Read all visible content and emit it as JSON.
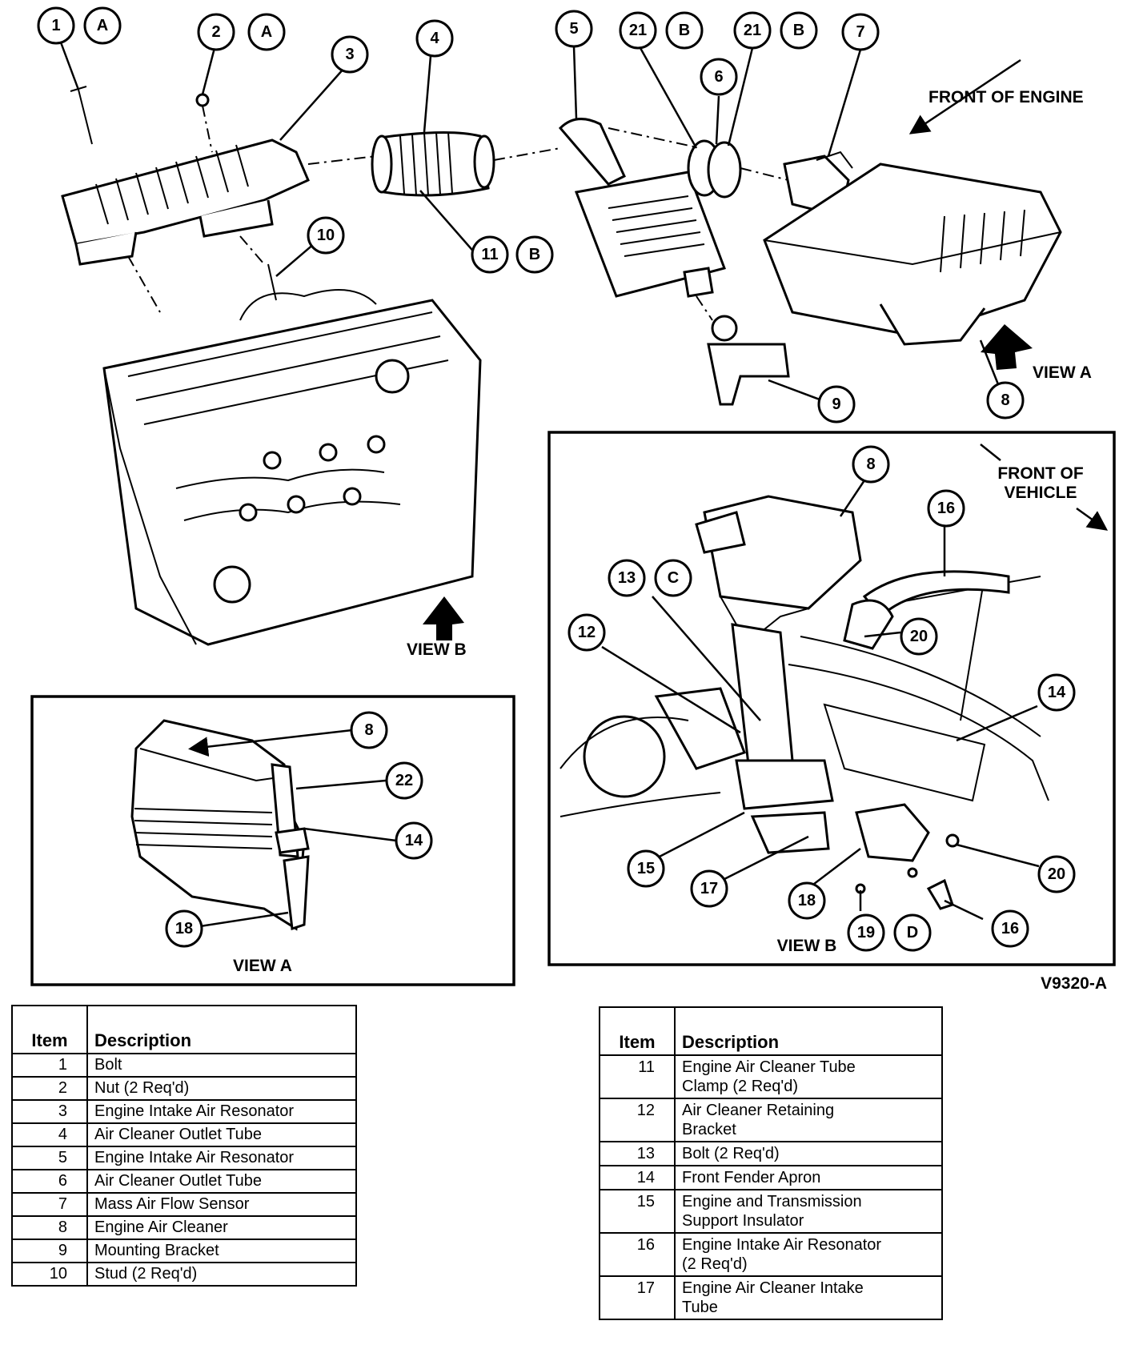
{
  "labels": {
    "front_of_engine": "FRONT OF ENGINE",
    "front_of_vehicle_1": "FRONT OF",
    "front_of_vehicle_2": "VEHICLE",
    "view_a_main": "VIEW A",
    "view_b_main": "VIEW B",
    "view_a_inset": "VIEW A",
    "view_b_inset": "VIEW B",
    "figure_id": "V9320-A"
  },
  "callouts": {
    "n1": "1",
    "n2": "2",
    "n3": "3",
    "n4": "4",
    "n5": "5",
    "n6": "6",
    "n7": "7",
    "n8": "8",
    "n9": "9",
    "n10": "10",
    "n11": "11",
    "n12": "12",
    "n13": "13",
    "n14": "14",
    "n15": "15",
    "n16": "16",
    "n17": "17",
    "n18": "18",
    "n19": "19",
    "n20": "20",
    "n21": "21",
    "n22": "22",
    "A": "A",
    "B": "B",
    "C": "C",
    "D": "D"
  },
  "table_left": {
    "header_item": "Item",
    "header_desc": "Description",
    "rows": [
      {
        "item": "1",
        "desc": "Bolt"
      },
      {
        "item": "2",
        "desc": "Nut (2 Req'd)"
      },
      {
        "item": "3",
        "desc": "Engine Intake Air Resonator"
      },
      {
        "item": "4",
        "desc": "Air Cleaner Outlet Tube"
      },
      {
        "item": "5",
        "desc": "Engine Intake Air Resonator"
      },
      {
        "item": "6",
        "desc": "Air Cleaner Outlet Tube"
      },
      {
        "item": "7",
        "desc": "Mass Air Flow Sensor"
      },
      {
        "item": "8",
        "desc": "Engine Air Cleaner"
      },
      {
        "item": "9",
        "desc": "Mounting Bracket"
      },
      {
        "item": "10",
        "desc": "Stud (2 Req'd)"
      }
    ]
  },
  "table_right": {
    "header_item": "Item",
    "header_desc": "Description",
    "rows": [
      {
        "item": "11",
        "desc_1": "Engine Air Cleaner Tube",
        "desc_2": "Clamp (2 Req'd)"
      },
      {
        "item": "12",
        "desc_1": "Air Cleaner Retaining",
        "desc_2": "Bracket"
      },
      {
        "item": "13",
        "desc_1": "Bolt (2 Req'd)",
        "desc_2": ""
      },
      {
        "item": "14",
        "desc_1": "Front Fender Apron",
        "desc_2": ""
      },
      {
        "item": "15",
        "desc_1": "Engine and Transmission",
        "desc_2": "Support Insulator"
      },
      {
        "item": "16",
        "desc_1": "Engine Intake Air Resonator",
        "desc_2": "(2 Req'd)"
      },
      {
        "item": "17",
        "desc_1": "Engine Air Cleaner Intake",
        "desc_2": "Tube"
      }
    ]
  }
}
